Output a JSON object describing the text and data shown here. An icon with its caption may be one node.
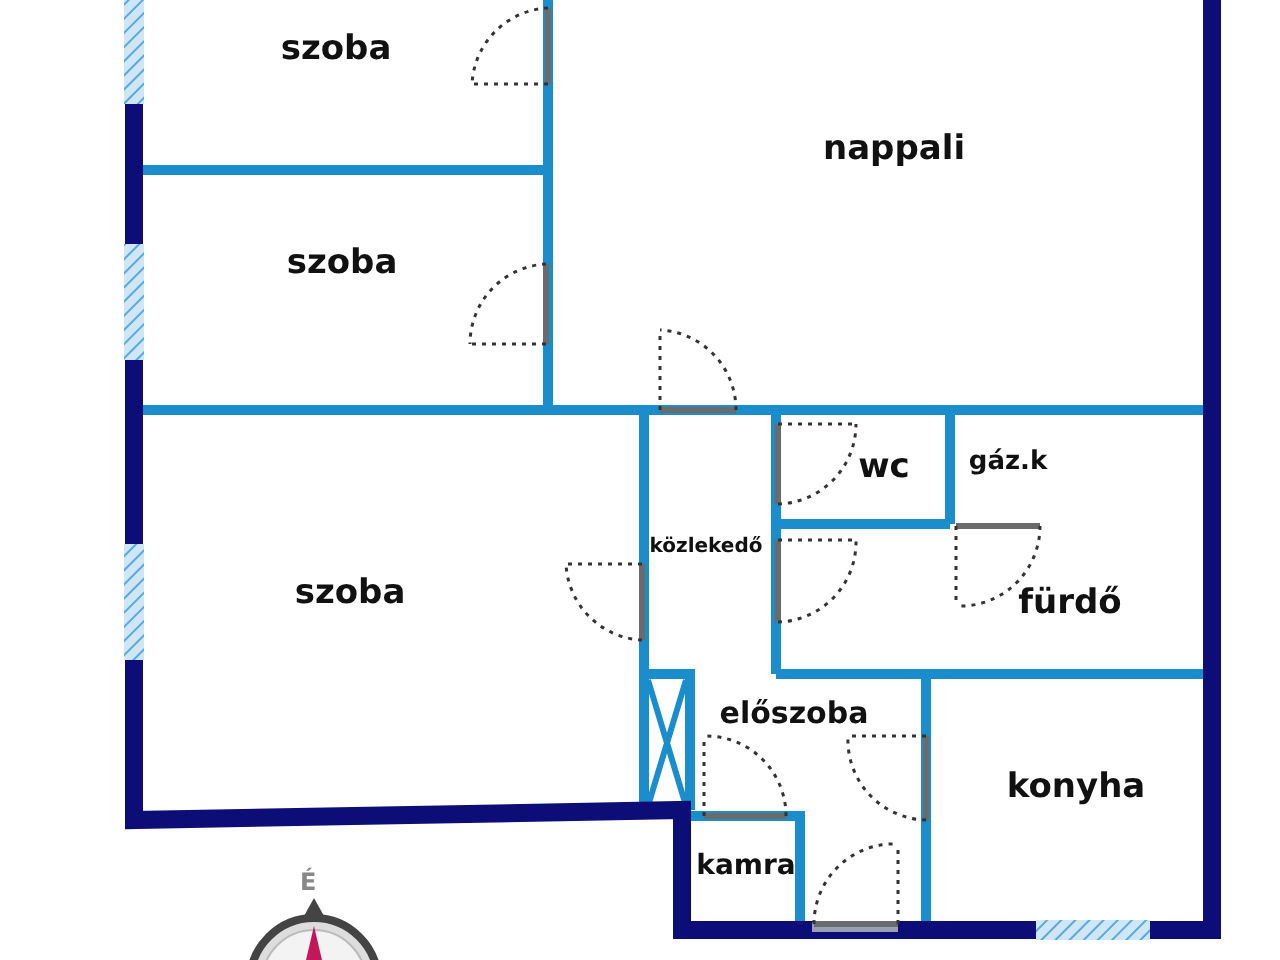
{
  "diagram": {
    "nodes": [
      {
        "text": [
          "szoba"
        ]
      },
      {
        "text": [
          "szoba"
        ]
      },
      {
        "text": [
          "nappali"
        ]
      },
      {
        "text": [
          "szoba"
        ]
      },
      {
        "text": [
          "közlekedő"
        ]
      },
      {
        "text": [
          "wc"
        ]
      },
      {
        "text": [
          "gáz.k"
        ]
      },
      {
        "text": [
          "fürdő"
        ]
      },
      {
        "text": [
          "előszoba"
        ]
      },
      {
        "text": [
          "konyha"
        ]
      },
      {
        "text": [
          "kamra"
        ]
      }
    ],
    "labels": [
      "É"
    ]
  }
}
